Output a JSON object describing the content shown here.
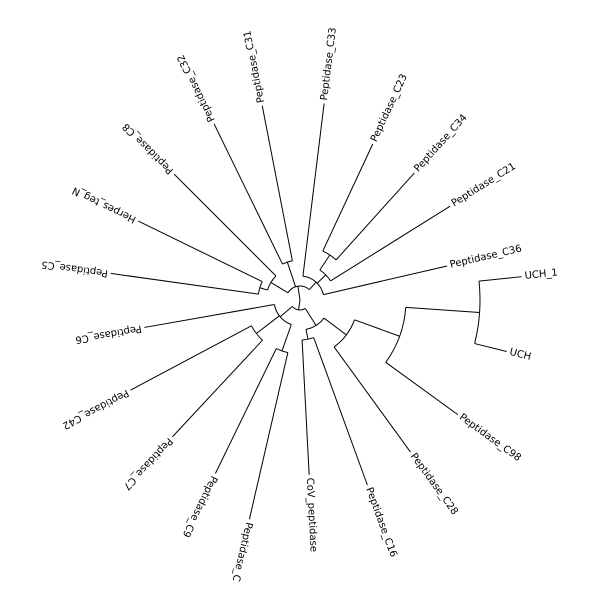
{
  "tree": {
    "title": "",
    "leaves": [
      {
        "id": "UCH_1",
        "label": "UCH_1"
      },
      {
        "id": "UCH",
        "label": "UCH"
      },
      {
        "id": "C98",
        "label": "Peptidase_C98"
      },
      {
        "id": "C28",
        "label": "Peptidase_C28"
      },
      {
        "id": "C16",
        "label": "Peptidase_C16"
      },
      {
        "id": "CoV",
        "label": "CoV_peptidase"
      },
      {
        "id": "C",
        "label": "Peptidase_C"
      },
      {
        "id": "C9",
        "label": "Peptidase_C9"
      },
      {
        "id": "C7",
        "label": "Peptidase_C7"
      },
      {
        "id": "C42",
        "label": "Peptidase_C42"
      },
      {
        "id": "C6",
        "label": "Peptidase_C6"
      },
      {
        "id": "C5",
        "label": "Peptidase_C5"
      },
      {
        "id": "Herpes",
        "label": "Herpes_teg_N"
      },
      {
        "id": "C8",
        "label": "Peptidase_C8"
      },
      {
        "id": "C32",
        "label": "Peptidase_C32"
      },
      {
        "id": "C31",
        "label": "Peptidase_C31"
      },
      {
        "id": "C33",
        "label": "Peptidase_C33"
      },
      {
        "id": "C23",
        "label": "Peptidase_C23"
      },
      {
        "id": "C34",
        "label": "Peptidase_C34"
      },
      {
        "id": "C21",
        "label": "Peptidase_C21"
      },
      {
        "id": "C36",
        "label": "Peptidase_C36"
      }
    ]
  }
}
